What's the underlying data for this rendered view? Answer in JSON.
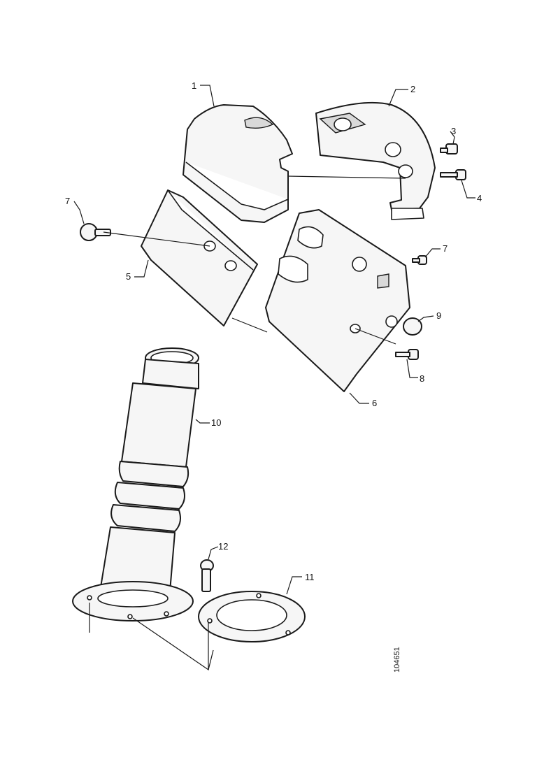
{
  "diagram": {
    "callouts": {
      "c1": "1",
      "c2": "2",
      "c3": "3",
      "c4": "4",
      "c5": "5",
      "c6": "6",
      "c7a": "7",
      "c7b": "7",
      "c8": "8",
      "c9": "9",
      "c10": "10",
      "c11": "11",
      "c12": "12"
    },
    "reference_code": "104651"
  }
}
